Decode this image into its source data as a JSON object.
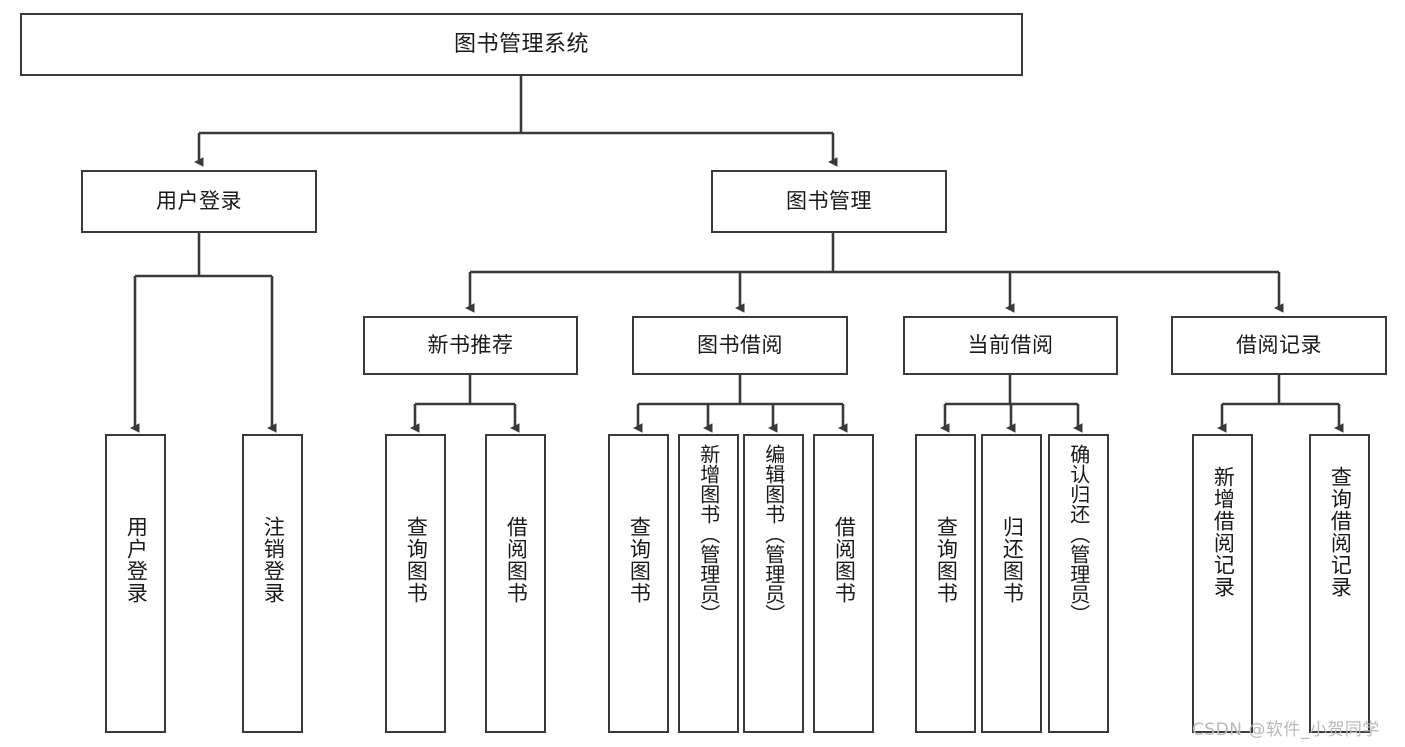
{
  "diagram": {
    "title": "图书管理系统",
    "type": "tree-hierarchy-diagram",
    "colors": {
      "border": "#3a3a3a",
      "background": "#ffffff",
      "text": "#1a1a1a",
      "edge": "#3a3a3a",
      "watermark": "#b9b9b9"
    },
    "root": {
      "label": "图书管理系统"
    },
    "level2": [
      {
        "label": "用户登录"
      },
      {
        "label": "图书管理"
      }
    ],
    "level3": [
      {
        "label": "新书推荐"
      },
      {
        "label": "图书借阅"
      },
      {
        "label": "当前借阅"
      },
      {
        "label": "借阅记录"
      }
    ],
    "leaves": {
      "user_login": [
        {
          "label": "用户登录"
        },
        {
          "label": "注销登录"
        }
      ],
      "new_book_recommend": [
        {
          "label": "查询图书"
        },
        {
          "label": "借阅图书"
        }
      ],
      "book_borrow": [
        {
          "label": "查询图书"
        },
        {
          "label": "新增图书（管理员）"
        },
        {
          "label": "编辑图书（管理员）"
        },
        {
          "label": "借阅图书"
        }
      ],
      "current_borrow": [
        {
          "label": "查询图书"
        },
        {
          "label": "归还图书"
        },
        {
          "label": "确认归还（管理员）"
        }
      ],
      "borrow_record": [
        {
          "label": "新增借阅记录"
        },
        {
          "label": "查询借阅记录"
        }
      ]
    }
  },
  "watermark": {
    "text": "CSDN @软件_小贺同学"
  }
}
